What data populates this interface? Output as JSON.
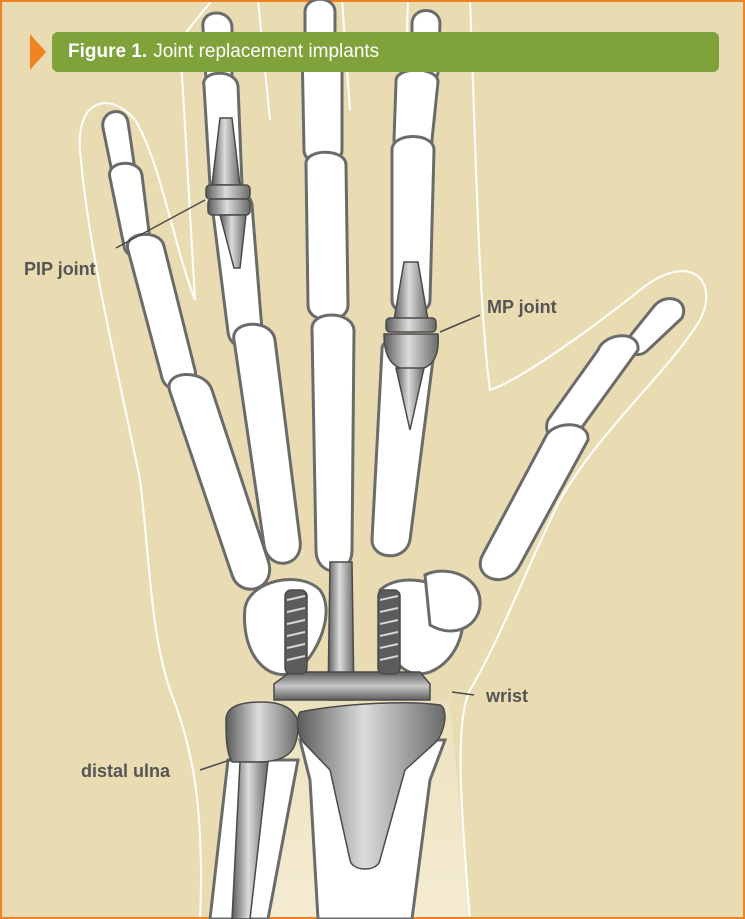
{
  "figure": {
    "number": "Figure 1.",
    "title": "Joint replacement implants"
  },
  "labels": {
    "pip": "PIP joint",
    "mp": "MP joint",
    "wrist": "wrist",
    "ulna": "distal ulna"
  },
  "colors": {
    "background": "#e9dcb2",
    "frame": "#f08220",
    "header": "#7fa23b",
    "bone": "#ffffff",
    "bone_outline": "#6b6b6b",
    "implant": "#8e8e8e",
    "label_text": "#555555"
  }
}
